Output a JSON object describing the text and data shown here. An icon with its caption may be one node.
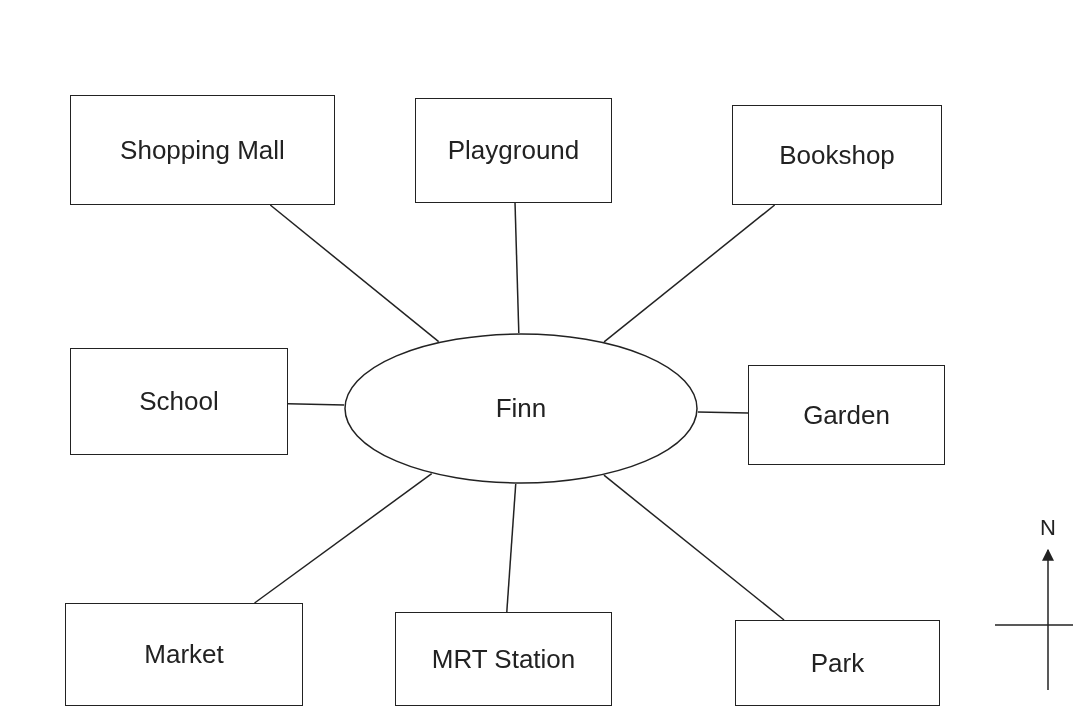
{
  "diagram": {
    "nodes": [
      {
        "text": [
          "Shopping Mall"
        ]
      },
      {
        "text": [
          "Playground"
        ]
      },
      {
        "text": [
          "Bookshop"
        ]
      },
      {
        "text": [
          "School"
        ]
      },
      {
        "text": [
          "Finn"
        ]
      },
      {
        "text": [
          "Garden"
        ]
      },
      {
        "text": [
          "Market"
        ]
      },
      {
        "text": [
          "MRT Station"
        ]
      },
      {
        "text": [
          "Park"
        ]
      }
    ],
    "edges": [
      {
        "from": 4,
        "to": 0,
        "arrow": "none"
      },
      {
        "from": 4,
        "to": 1,
        "arrow": "none"
      },
      {
        "from": 4,
        "to": 2,
        "arrow": "none"
      },
      {
        "from": 4,
        "to": 3,
        "arrow": "none"
      },
      {
        "from": 4,
        "to": 5,
        "arrow": "none"
      },
      {
        "from": 4,
        "to": 6,
        "arrow": "none"
      },
      {
        "from": 4,
        "to": 7,
        "arrow": "none"
      },
      {
        "from": 4,
        "to": 8,
        "arrow": "none"
      }
    ],
    "labels": [
      "N"
    ]
  }
}
